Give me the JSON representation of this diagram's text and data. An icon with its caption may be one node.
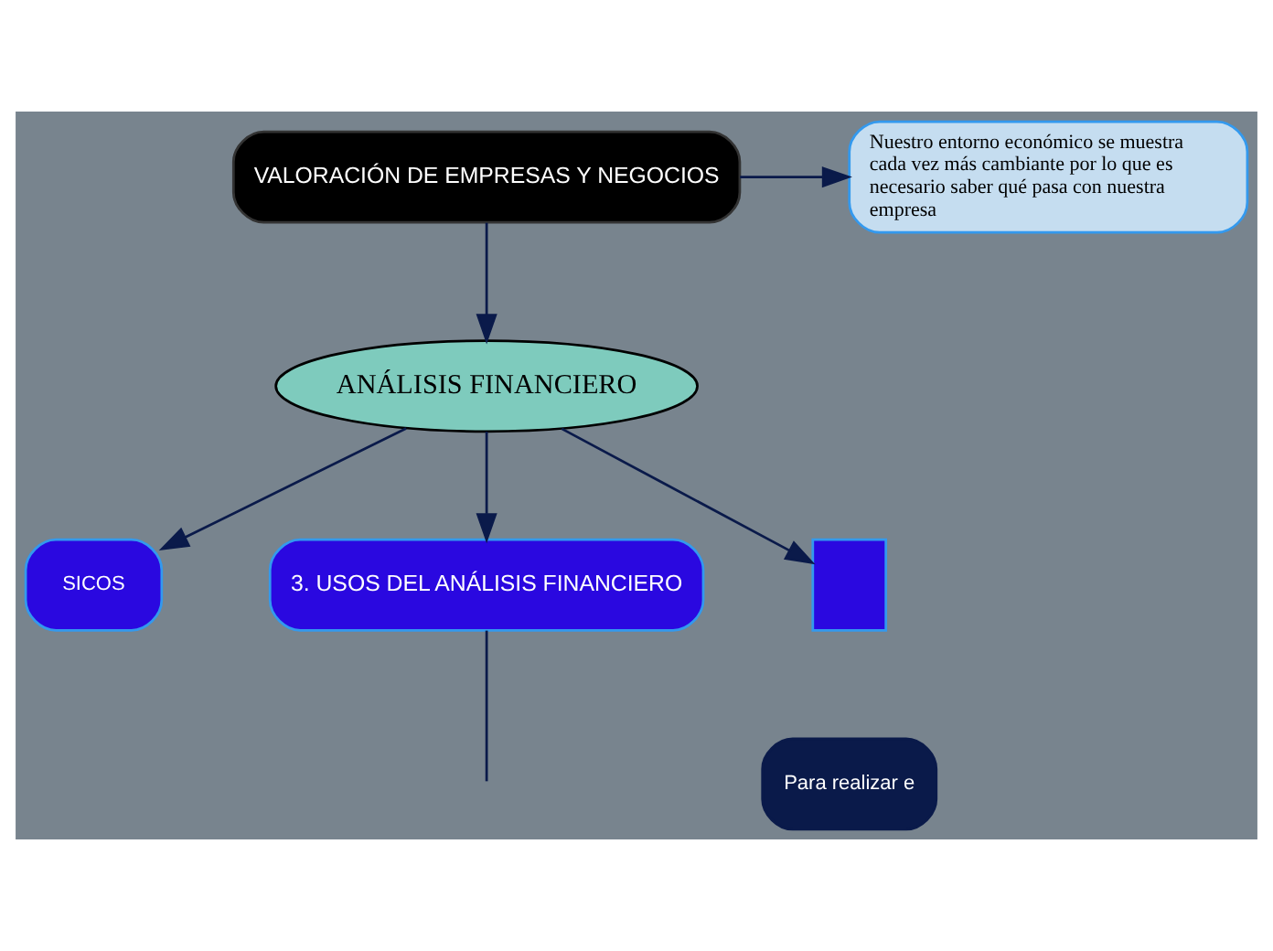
{
  "diagram": {
    "nodes": [
      {
        "text": [
          "VALORACIÓN DE EMPRESAS Y NEGOCIOS"
        ]
      },
      {
        "text": [
          "Nuestro entorno económico se muestra cada vez más cambiante por lo que es necesario saber qué pasa con nuestra empresa"
        ]
      },
      {
        "text": [
          "ANÁLISIS FINANCIERO"
        ]
      },
      {
        "text": [
          "SICOS"
        ]
      },
      {
        "text": [
          "3. USOS DEL ANÁLISIS FINANCIERO"
        ]
      },
      {
        "text": [],
        "shape": "box"
      }
    ],
    "edges": [
      {
        "from": 0,
        "to": 1,
        "arrow": "to"
      },
      {
        "from": 0,
        "to": 2,
        "arrow": "to"
      },
      {
        "from": 2,
        "to": 3,
        "arrow": "to"
      },
      {
        "from": 2,
        "to": 4,
        "arrow": "to"
      },
      {
        "from": 2,
        "to": 5,
        "arrow": "to"
      },
      {
        "from": 4,
        "to": null,
        "arrow": "none"
      }
    ],
    "labels": [
      "Para realizar e"
    ]
  }
}
